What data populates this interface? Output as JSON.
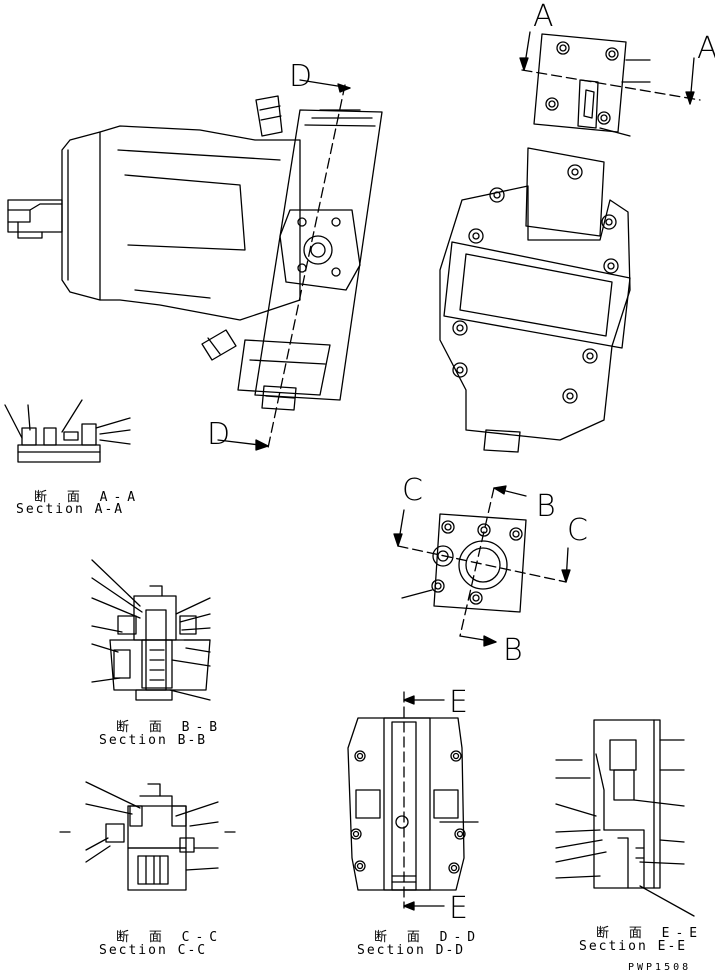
{
  "drawing_code": "PWP1508",
  "section_letters": {
    "a1": "A",
    "a2": "A",
    "b1": "B",
    "b2": "B",
    "c1": "C",
    "c2": "C",
    "d1": "D",
    "d2": "D",
    "e1": "E",
    "e2": "E"
  },
  "captions": {
    "aa": {
      "jp": "断 面 A-A",
      "en": "Section A-A"
    },
    "bb": {
      "jp": "断 面 B-B",
      "en": "Section B-B"
    },
    "cc": {
      "jp": "断 面 C-C",
      "en": "Section C-C"
    },
    "dd": {
      "jp": "断 面 D-D",
      "en": "Section D-D"
    },
    "ee": {
      "jp": "断 面 E-E",
      "en": "Section E-E"
    }
  }
}
